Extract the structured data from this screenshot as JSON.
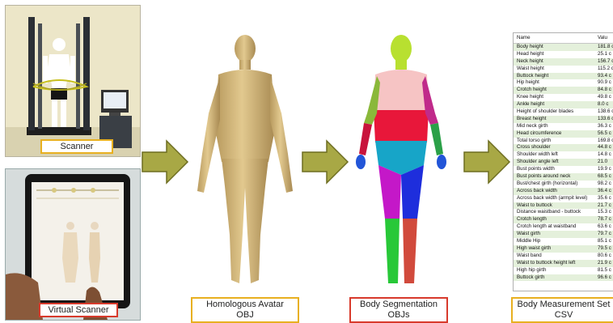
{
  "panels": {
    "scanner_caption": "Scanner",
    "virtual_scanner_caption": "Virtual Scanner"
  },
  "stages": [
    {
      "title": "Homologous Avatar",
      "sub": "OBJ",
      "border": "#e8b020"
    },
    {
      "title": "Body Segmentation",
      "sub": "OBJs",
      "border": "#d83a2c"
    },
    {
      "title": "Body Measurement Set",
      "sub": "CSV",
      "border": "#e8b020"
    }
  ],
  "colors": {
    "arrow_fill": "#a8a845",
    "arrow_stroke": "#6e6e22",
    "avatar_skin": "#d8bd80",
    "segments": {
      "head": "#b8e030",
      "chest": "#f6c4c4",
      "abdomen": "#e8173a",
      "pelvis": "#17a5c8",
      "left_upper_arm": "#8ab83a",
      "right_upper_arm": "#c02a8a",
      "left_forearm": "#c8143c",
      "right_forearm": "#2ba048",
      "hands": "#2255d8",
      "left_thigh": "#c418c8",
      "right_thigh": "#1e2edc",
      "left_shin": "#28c838",
      "right_shin": "#d14a3c"
    }
  },
  "table": {
    "header": {
      "name": "Name",
      "value": "Valu"
    },
    "rows": [
      {
        "name": "Body height",
        "value": "181.8 c"
      },
      {
        "name": "Head height",
        "value": "25.1 c"
      },
      {
        "name": "Neck height",
        "value": "156.7 c"
      },
      {
        "name": "Waist height",
        "value": "115.2 c"
      },
      {
        "name": "Buttock height",
        "value": "93.4 c"
      },
      {
        "name": "Hip height",
        "value": "90.9 c"
      },
      {
        "name": "Crotch height",
        "value": "84.8 c"
      },
      {
        "name": "Knee height",
        "value": "49.8 c"
      },
      {
        "name": "Ankle height",
        "value": "8.0 c"
      },
      {
        "name": "Height of shoulder blades",
        "value": "138.6 c"
      },
      {
        "name": "Breast height",
        "value": "133.6 c"
      },
      {
        "name": "Mid neck girth",
        "value": "36.3 c"
      },
      {
        "name": "Head circumference",
        "value": "56.5 c"
      },
      {
        "name": "Total torso girth",
        "value": "169.8 c"
      },
      {
        "name": "Cross shoulder",
        "value": "44.8 c"
      },
      {
        "name": "Shoulder width left",
        "value": "14.8 c"
      },
      {
        "name": "Shoulder angle left",
        "value": "21.0"
      },
      {
        "name": "Bust points width",
        "value": "19.9 c"
      },
      {
        "name": "Bust points around neck",
        "value": "68.5 c"
      },
      {
        "name": "Bust/chest girth (horizontal)",
        "value": "98.2 c"
      },
      {
        "name": "Across back width",
        "value": "36.4 c"
      },
      {
        "name": "Across back width (armpit level)",
        "value": "35.6 c"
      },
      {
        "name": "Waist to buttock",
        "value": "21.7 c"
      },
      {
        "name": "Distance waistband - buttock",
        "value": "15.3 c"
      },
      {
        "name": "Crotch length",
        "value": "78.7 c"
      },
      {
        "name": "Crotch length at waistband",
        "value": "63.6 c"
      },
      {
        "name": "Waist girth",
        "value": "79.7 c"
      },
      {
        "name": "Middle Hip",
        "value": "85.1 c"
      },
      {
        "name": "High waist girth",
        "value": "79.5 c"
      },
      {
        "name": "Waist band",
        "value": "80.6 c"
      },
      {
        "name": "Waist to buttock height left",
        "value": "21.9 c"
      },
      {
        "name": "High hip girth",
        "value": "81.5 c"
      },
      {
        "name": "Buttock girth",
        "value": "96.6 c"
      }
    ]
  }
}
